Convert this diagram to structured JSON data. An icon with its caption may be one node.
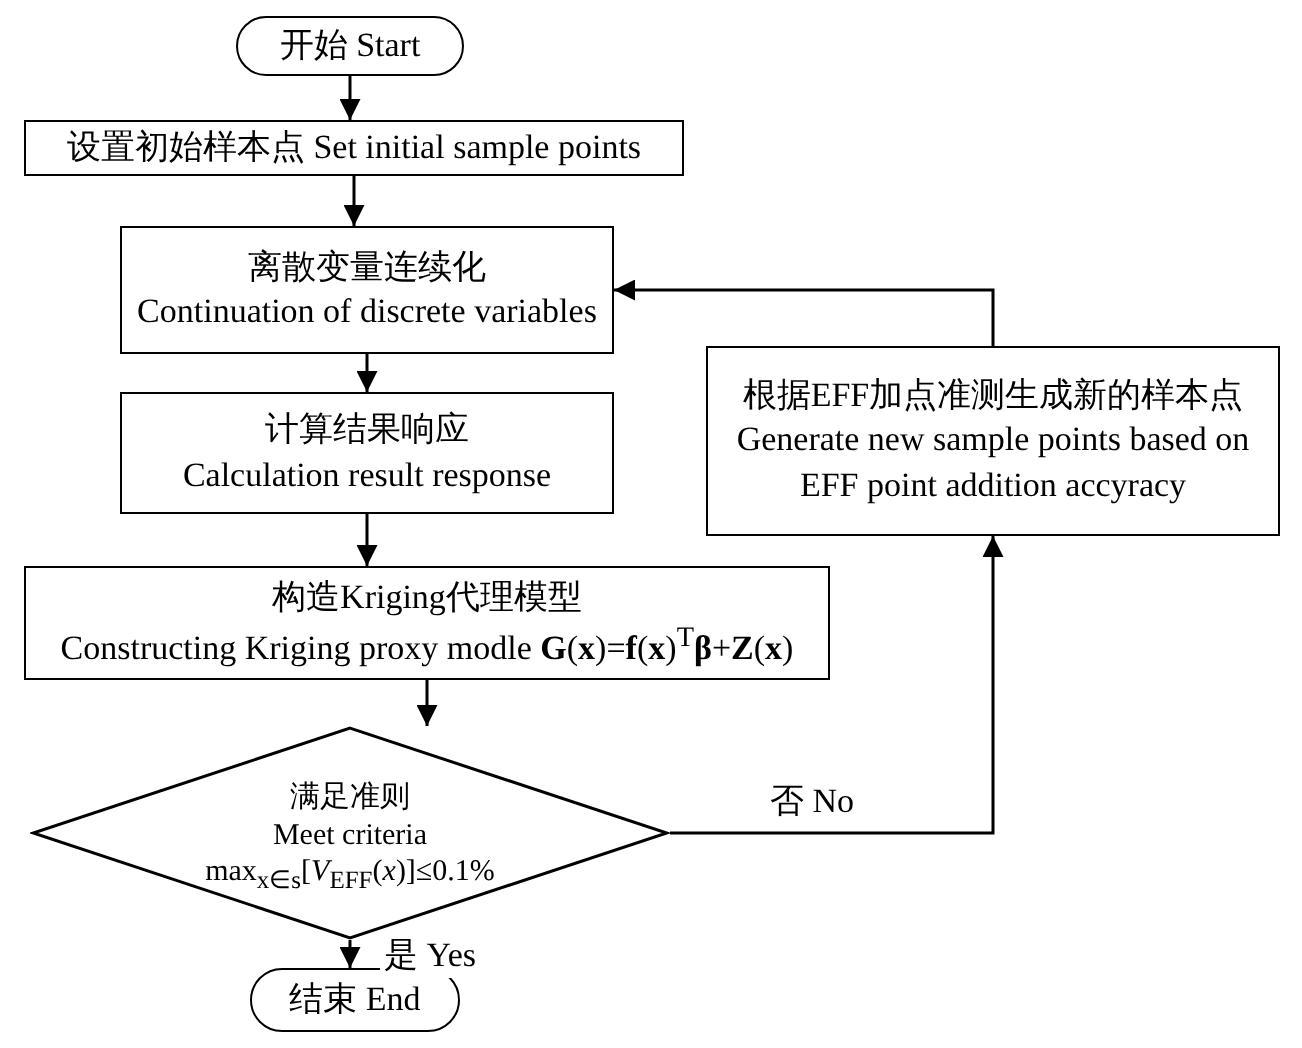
{
  "diagram": {
    "nodes": [
      {
        "text": [
          "开始 Start"
        ]
      },
      {
        "text": [
          "设置初始样本点 Set initial sample points"
        ]
      },
      {
        "text": [
          "离散变量连续化",
          "Continuation of discrete variables"
        ]
      },
      {
        "text": [
          "计算结果响应",
          "Calculation result response"
        ]
      },
      {
        "text": [
          "构造Kriging代理模型",
          "Constructing Kriging proxy modle **G**(**x**)=**f**(**x**)$^{T}$**β**+**Z**(**x**)"
        ]
      },
      {
        "text": [
          "满足准则",
          "Meet criteria",
          "max$_{x∈s}$[*V*$_{EFF}$(*x*)]≤0.1%"
        ]
      },
      {
        "text": [
          "结束 End"
        ]
      },
      {
        "text": [
          "根据EFF加点准测生成新的样本点",
          "Generate new sample points based on EFF point addition accyracy"
        ]
      }
    ],
    "edges": [
      {
        "from": 0,
        "to": 1,
        "arrow": "to"
      },
      {
        "from": 1,
        "to": 2,
        "arrow": "to"
      },
      {
        "from": 2,
        "to": 3,
        "arrow": "to"
      },
      {
        "from": 3,
        "to": 4,
        "arrow": "to"
      },
      {
        "from": 4,
        "to": 5,
        "arrow": "to"
      },
      {
        "from": 5,
        "to": 6,
        "arrow": "to",
        "label": "是 Yes"
      },
      {
        "from": 5,
        "to": 7,
        "arrow": "to",
        "label": "否 No"
      },
      {
        "from": 7,
        "to": 2,
        "arrow": "to"
      }
    ]
  }
}
